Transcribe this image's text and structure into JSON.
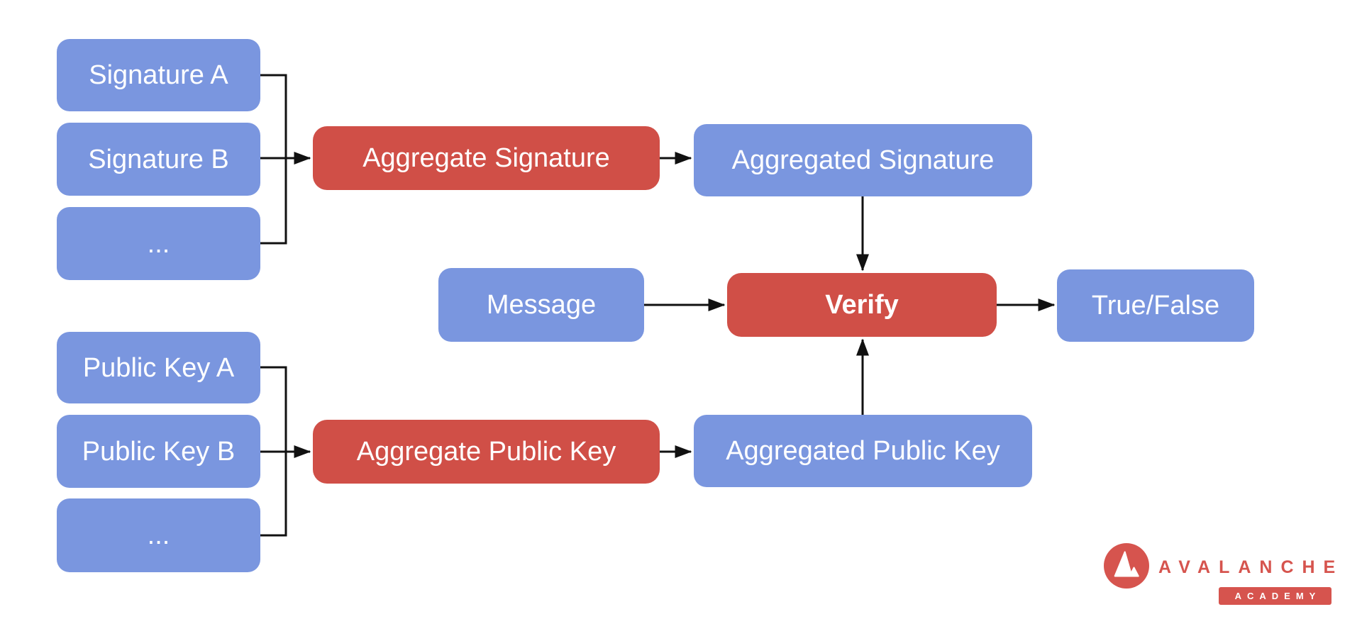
{
  "colors": {
    "node_blue": "#7a96df",
    "node_red": "#d04f47",
    "arrow_black": "#111111",
    "node_text": "#ffffff",
    "logo_red": "#d6544e"
  },
  "nodes": {
    "signature_a": {
      "label": "Signature A"
    },
    "signature_b": {
      "label": "Signature B"
    },
    "signatures_more": {
      "label": "..."
    },
    "aggregate_signature": {
      "label": "Aggregate Signature"
    },
    "aggregated_signature": {
      "label": "Aggregated Signature"
    },
    "message": {
      "label": "Message"
    },
    "verify": {
      "label": "Verify"
    },
    "true_false": {
      "label": "True/False"
    },
    "public_key_a": {
      "label": "Public Key A"
    },
    "public_key_b": {
      "label": "Public Key B"
    },
    "public_keys_more": {
      "label": "..."
    },
    "aggregate_public_key": {
      "label": "Aggregate Public Key"
    },
    "aggregated_public_key": {
      "label": "Aggregated Public Key"
    }
  },
  "logo": {
    "brand": "AVALANCHE",
    "badge": "ACADEMY"
  }
}
